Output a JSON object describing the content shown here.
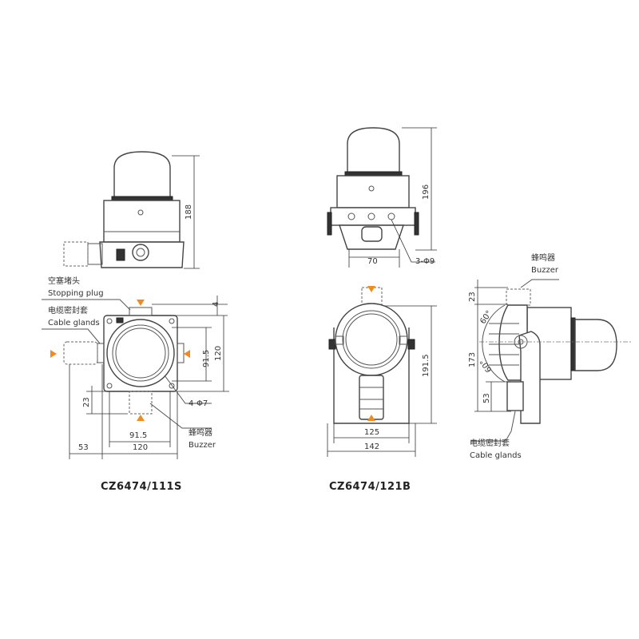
{
  "accent_color": "#f08c1e",
  "models": {
    "left": "CZ6474/111S",
    "right": "CZ6474/121B"
  },
  "labels": {
    "stopping_plug_cn": "空塞堵头",
    "stopping_plug_en": "Stopping plug",
    "cable_glands_cn": "电缆密封套",
    "cable_glands_en": "Cable glands",
    "buzzer_cn": "蜂鸣器",
    "buzzer_en": "Buzzer",
    "holes_left": "4-Φ7",
    "holes_right": "3-Φ9"
  },
  "dimensions": {
    "left_side_height": "188",
    "left_top_gap": "4",
    "left_hole_spacing_v": "91.5",
    "left_body_v": "120",
    "left_buzzer": "23",
    "left_hole_spacing_h": "91.5",
    "left_gland": "53",
    "left_body_h": "120",
    "mid_height": "196",
    "mid_base": "70",
    "mid_front_height": "191.5",
    "mid_bracket_inner": "125",
    "mid_bracket_outer": "142",
    "side_buzzer": "23",
    "side_height": "173",
    "side_gland": "53",
    "angle_up": "60°",
    "angle_down": "60°"
  }
}
